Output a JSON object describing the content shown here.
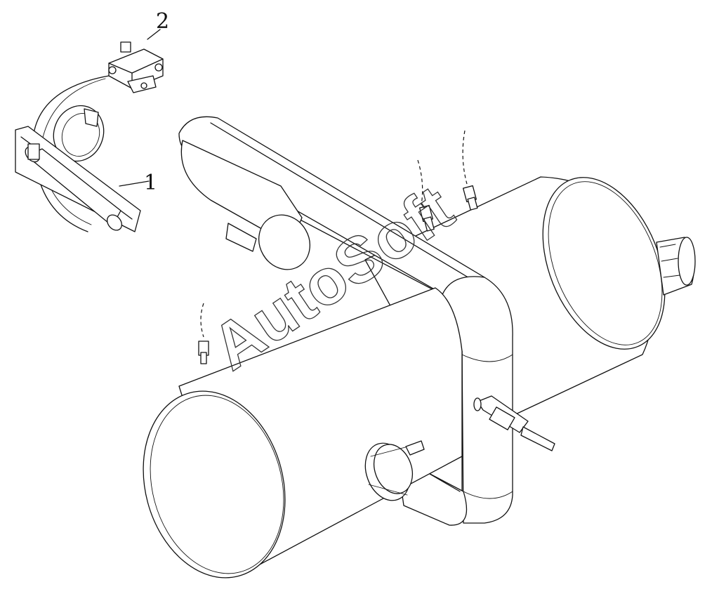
{
  "diagram": {
    "callouts": [
      {
        "label": "1",
        "part": "bracket-assembly"
      },
      {
        "label": "2",
        "part": "solenoid-valve"
      }
    ],
    "watermark": "AutoSoft",
    "colors": {
      "line": "#111111",
      "background": "#ffffff",
      "watermark": "#333333"
    }
  }
}
